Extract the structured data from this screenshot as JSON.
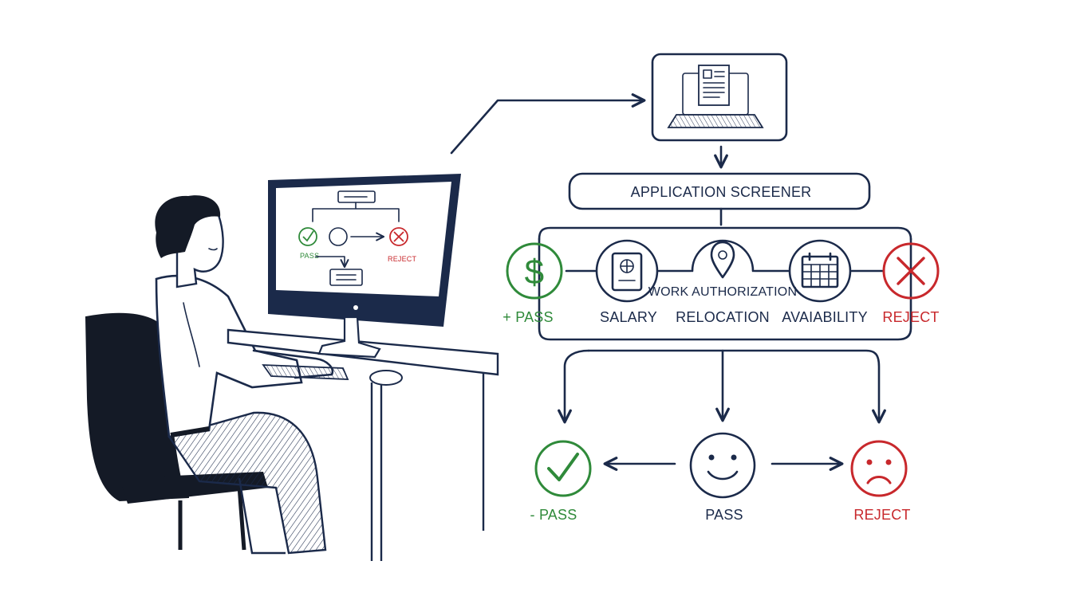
{
  "colors": {
    "ink": "#1b2a4a",
    "pass": "#2f8a3a",
    "reject": "#c8282c",
    "background": "#ffffff"
  },
  "screen": {
    "pass_label": "PASS",
    "reject_label": "REJECT"
  },
  "diagram": {
    "title": "APPLICATION SCREENER",
    "criteria": [
      {
        "icon": "dollar-icon",
        "label": "+ PASS",
        "tone": "pass"
      },
      {
        "icon": "passport-icon",
        "label": "SALARY",
        "tone": "ink"
      },
      {
        "icon": "location-pin-icon",
        "label": "RELOCATION",
        "tone": "ink",
        "caption": "WORK AUTHORIZATION"
      },
      {
        "icon": "calendar-icon",
        "label": "AVAIABILITY",
        "tone": "ink"
      },
      {
        "icon": "x-circle-icon",
        "label": "REJECT",
        "tone": "reject"
      }
    ],
    "outcomes": [
      {
        "icon": "check-circle-icon",
        "label": "- PASS",
        "tone": "pass"
      },
      {
        "icon": "smiley-icon",
        "label": "PASS",
        "tone": "ink"
      },
      {
        "icon": "sad-face-icon",
        "label": "REJECT",
        "tone": "reject"
      }
    ]
  }
}
